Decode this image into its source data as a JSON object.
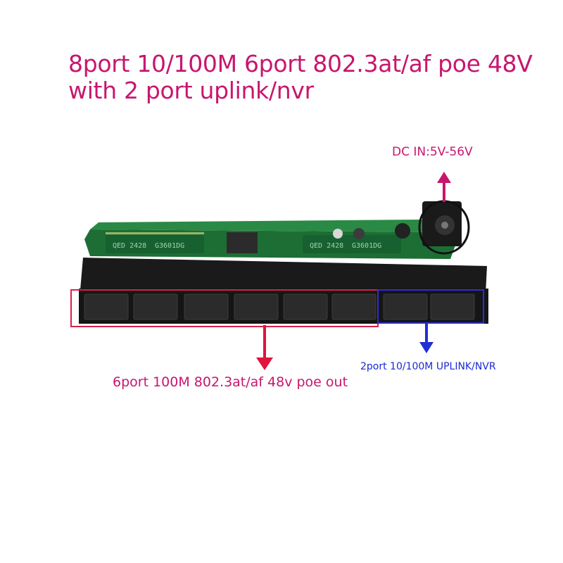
{
  "title": {
    "line1": "8port 10/100M 6port 802.3at/af poe 48V",
    "line2": "with 2 port uplink/nvr"
  },
  "annotations": {
    "dc_in": "DC IN:5V-56V",
    "poe_out": "6port 100M 802.3at/af 48v poe out",
    "uplink": "2port 10/100M UPLINK/NVR"
  },
  "board": {
    "chip_label": "G3601DG",
    "chip_code": "QED 2428"
  },
  "ports": {
    "poe_count": 6,
    "uplink_count": 2
  },
  "colors": {
    "title": "#c8166e",
    "poe_box": "#d6204a",
    "uplink_box": "#2a2fd6",
    "pcb": "#1f7a3a",
    "housing": "#141414"
  }
}
